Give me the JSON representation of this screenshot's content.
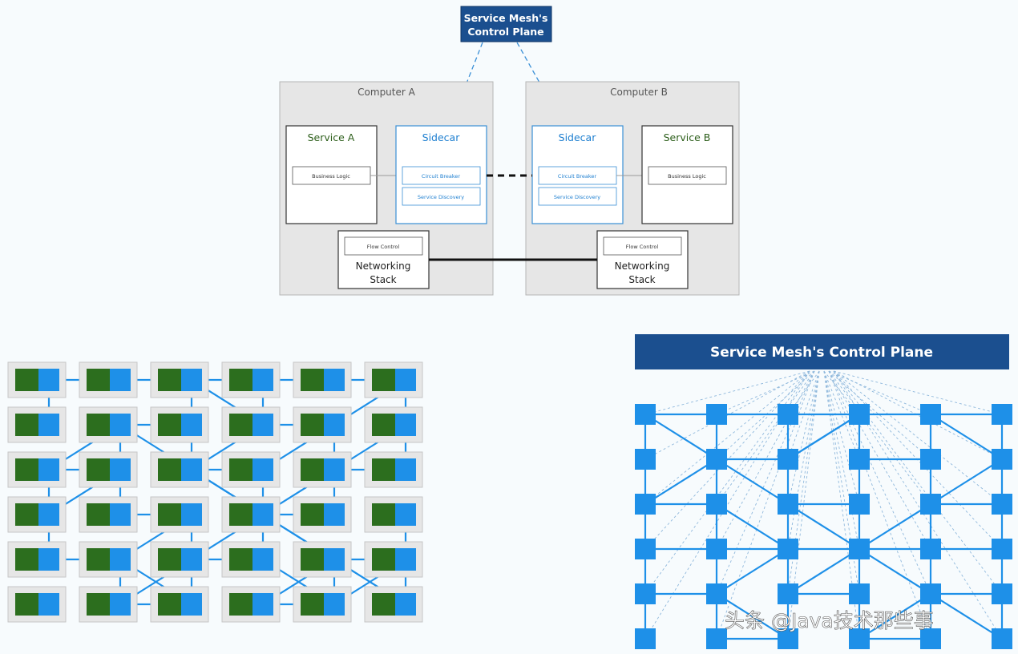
{
  "top_diagram": {
    "control_plane": {
      "line1": "Service Mesh's",
      "line2": "Control Plane"
    },
    "computer_a": {
      "title": "Computer A",
      "service": {
        "title": "Service A",
        "item": "Business Logic"
      },
      "sidecar": {
        "title": "Sidecar",
        "items": [
          "Circuit Breaker",
          "Service Discovery"
        ]
      },
      "network": {
        "item": "Flow Control",
        "line1": "Networking",
        "line2": "Stack"
      }
    },
    "computer_b": {
      "title": "Computer B",
      "service": {
        "title": "Service B",
        "item": "Business Logic"
      },
      "sidecar": {
        "title": "Sidecar",
        "items": [
          "Circuit Breaker",
          "Service Discovery"
        ]
      },
      "network": {
        "item": "Flow Control",
        "line1": "Networking",
        "line2": "Stack"
      }
    }
  },
  "right_diagram": {
    "banner": "Service Mesh's Control Plane"
  },
  "watermark": "头条 @Java技术那些事",
  "colors": {
    "navy": "#1b4f8f",
    "sidecar_blue": "#1e90e8",
    "service_green": "#2c6e1e",
    "box_gray": "#e6e6e6"
  }
}
